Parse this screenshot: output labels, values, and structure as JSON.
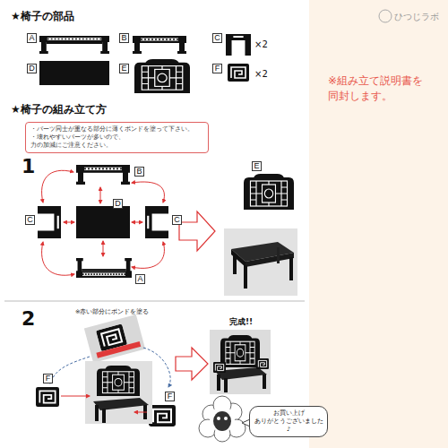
{
  "diagram": {
    "nodes": [
      {
        "text": [
          "A"
        ]
      },
      {
        "text": [
          "B"
        ]
      },
      {
        "text": [
          "C"
        ]
      },
      {
        "text": [
          "D"
        ]
      },
      {
        "text": [
          "E"
        ]
      },
      {
        "text": [
          "F"
        ]
      },
      {
        "text": [
          "・パーツ同士が重なる部分に薄くボンドを塗って下さい。",
          "・壊れやすいパーツが多いので、力の加減にご注意ください。"
        ]
      },
      {
        "text": [
          "B"
        ]
      },
      {
        "text": [
          "C"
        ]
      },
      {
        "text": [
          "D"
        ]
      },
      {
        "text": [
          "C"
        ]
      },
      {
        "text": [
          "A"
        ]
      },
      {
        "text": [
          "E"
        ]
      },
      {
        "text": [
          "F"
        ]
      },
      {
        "text": [
          "F"
        ]
      },
      {
        "text": [
          "お買い上げ ありがとうございました♪"
        ]
      }
    ],
    "labels": [
      "★椅子の部品",
      "×2",
      "×2",
      "★椅子の組み立て方",
      "1",
      "2",
      "※赤い部分にボンドを塗る",
      "完成!!",
      "※組み立て説明書を 同封します。",
      "ひつじラボ"
    ]
  }
}
